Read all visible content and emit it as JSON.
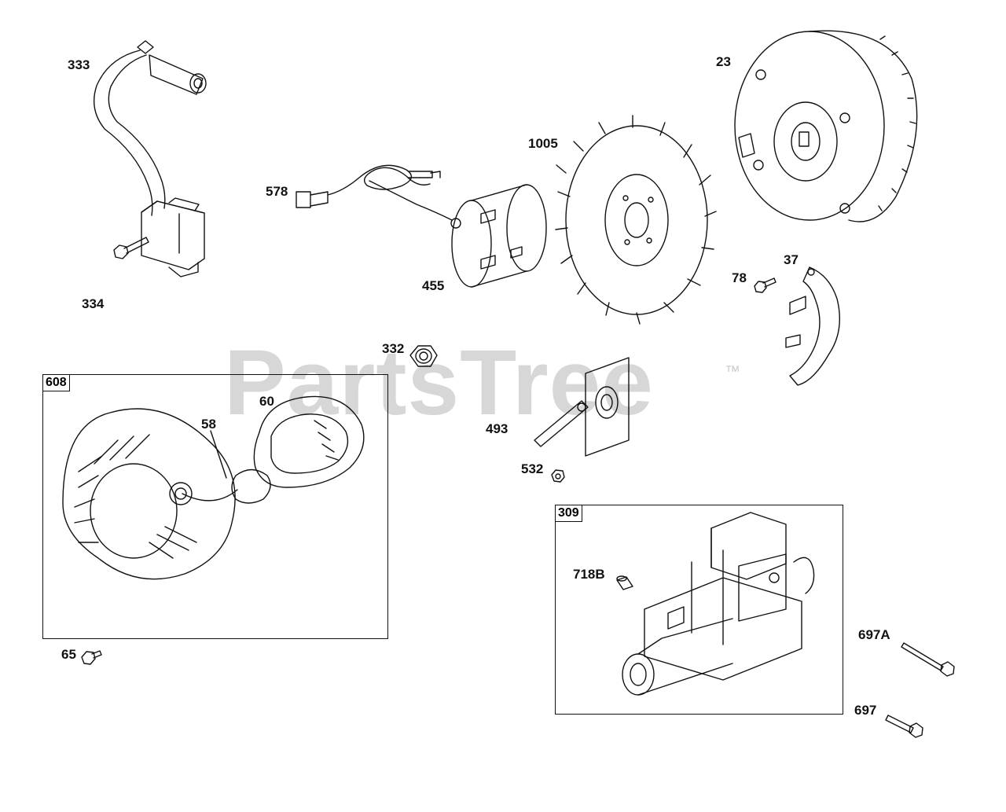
{
  "watermark": {
    "text": "PartsTree",
    "tm": "™"
  },
  "kits": [
    {
      "id": "608",
      "label": "608"
    },
    {
      "id": "309",
      "label": "309"
    }
  ],
  "labels": {
    "p333": "333",
    "p334": "334",
    "p578": "578",
    "p455": "455",
    "p332": "332",
    "p1005": "1005",
    "p23": "23",
    "p78": "78",
    "p37": "37",
    "p493": "493",
    "p532": "532",
    "p60": "60",
    "p58": "58",
    "p65": "65",
    "p718b": "718B",
    "p697a": "697A",
    "p697": "697"
  }
}
